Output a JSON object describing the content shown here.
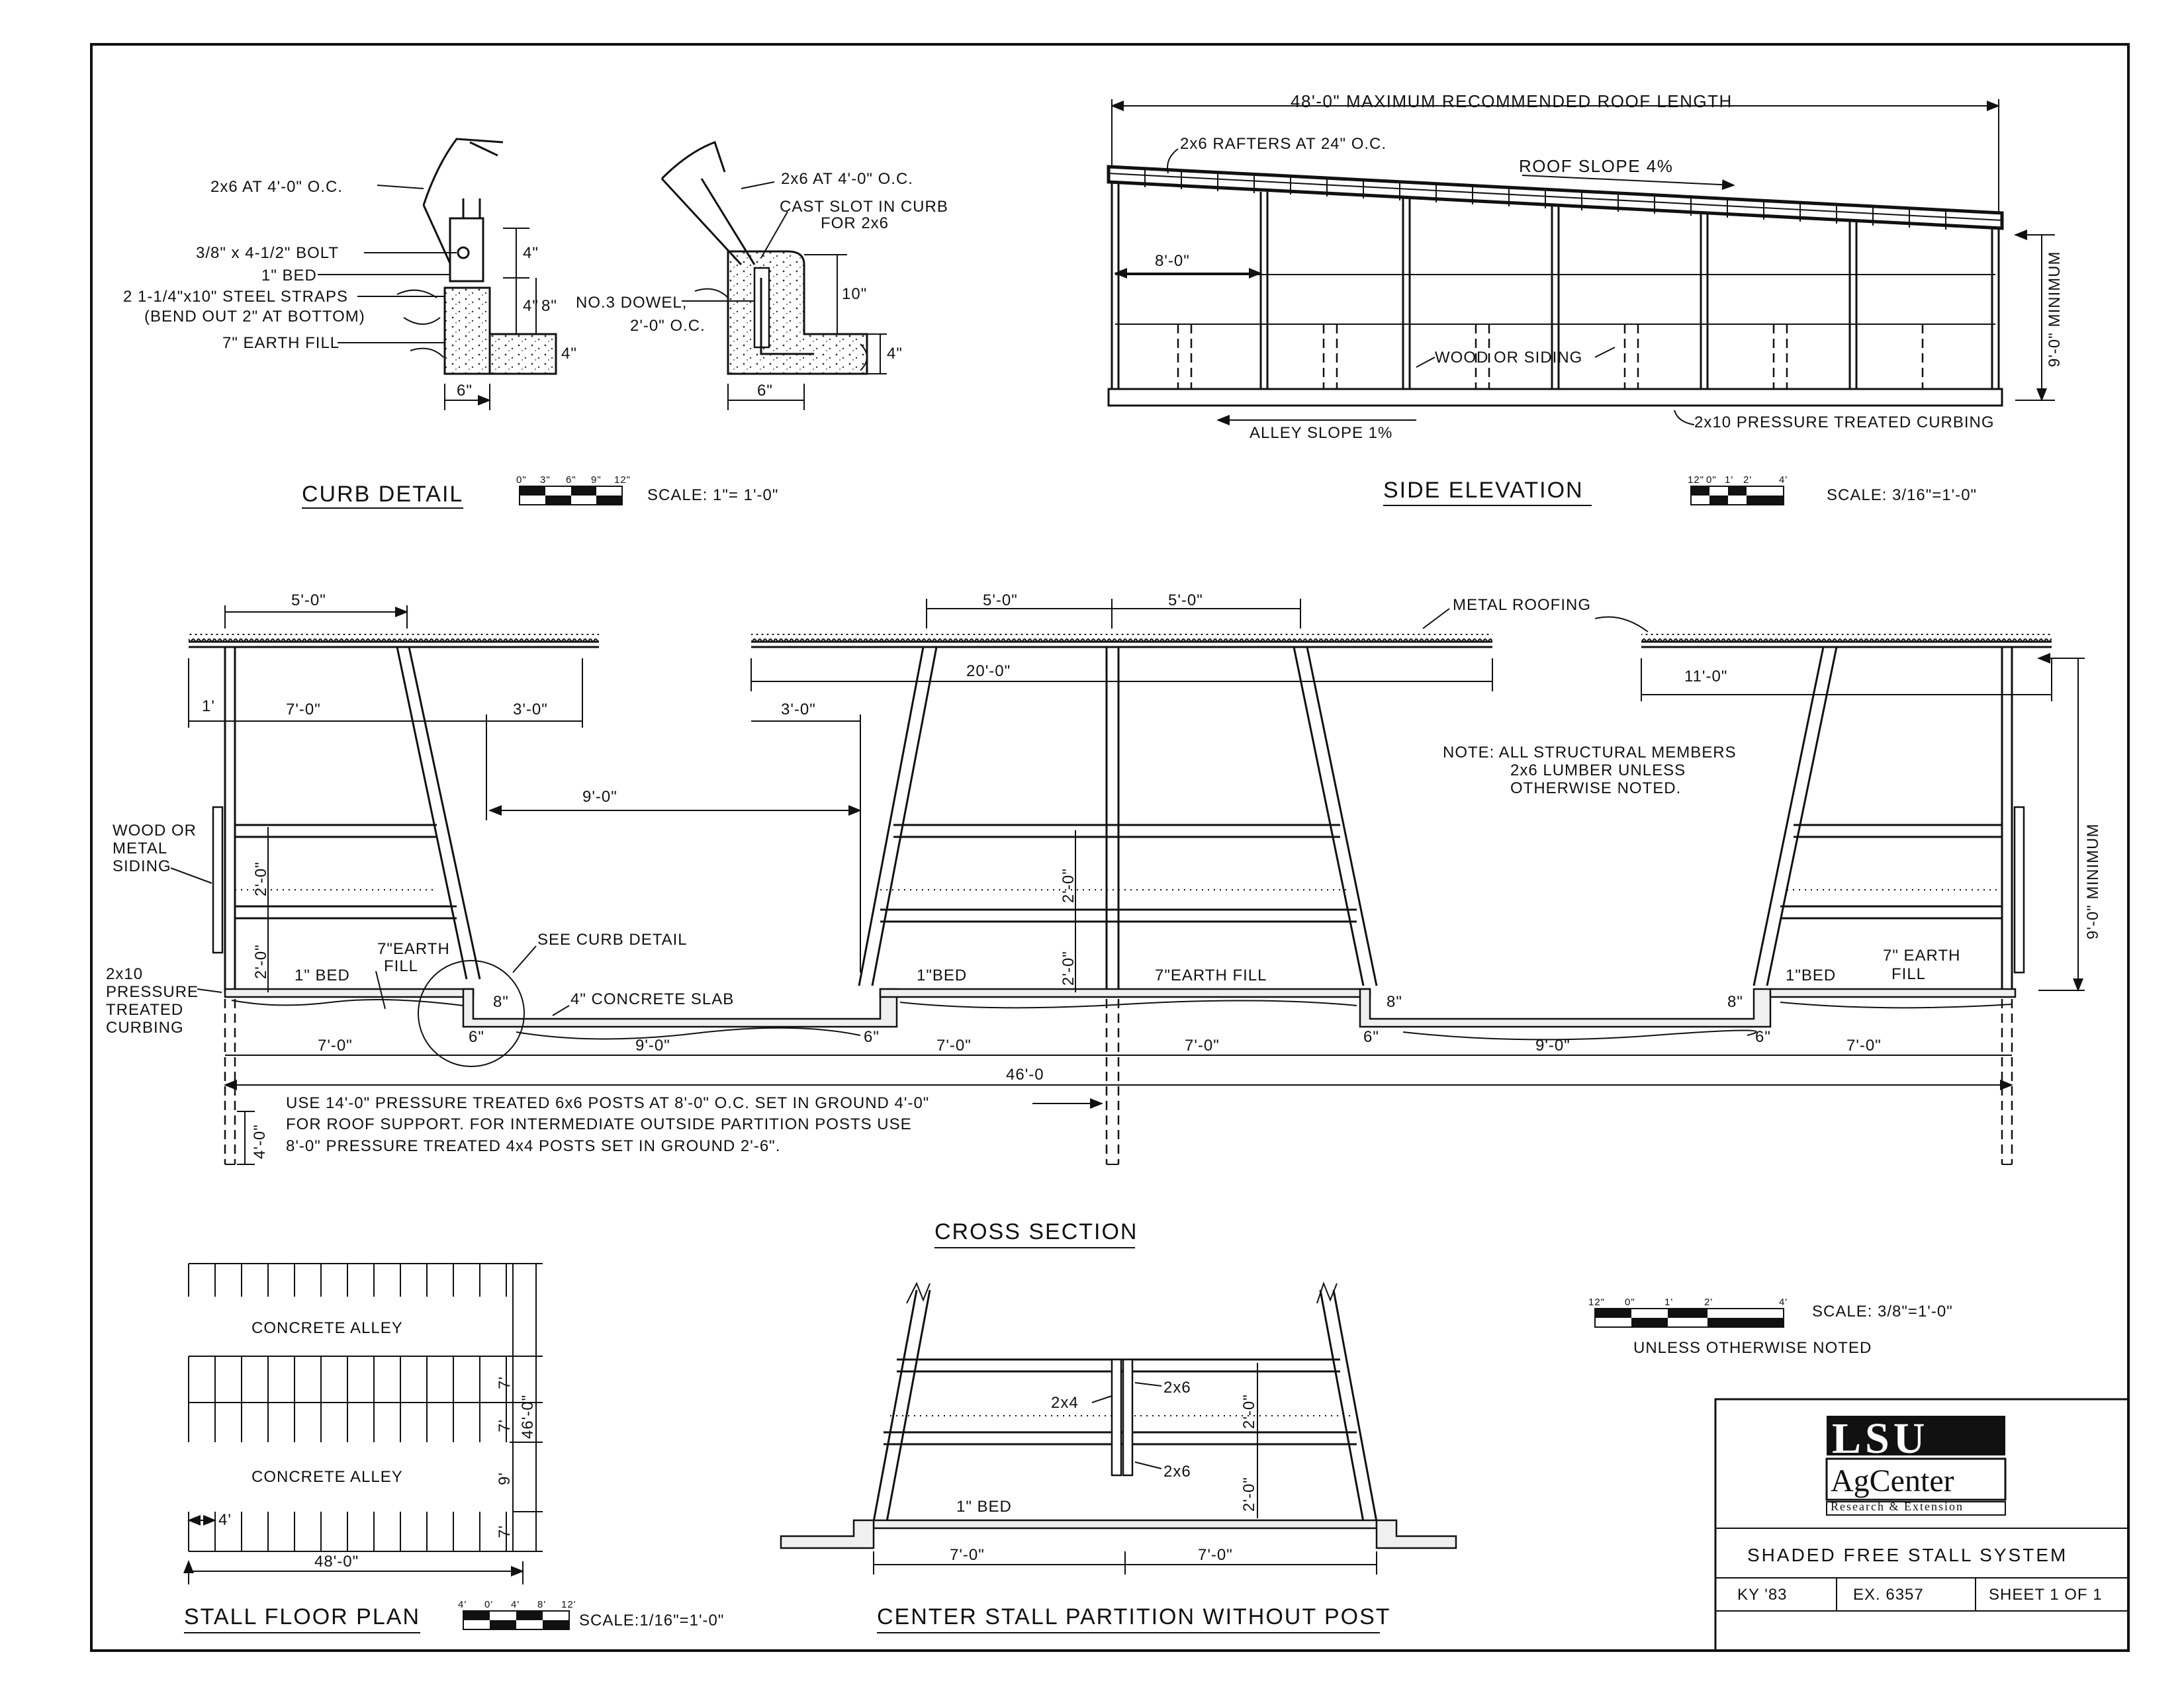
{
  "curb_detail": {
    "title": "CURB DETAIL",
    "scale_ticks": [
      "0\"",
      "3\"",
      "6\"",
      "9\"",
      "12\""
    ],
    "scale": "SCALE: 1\"= 1'-0\"",
    "labels": {
      "rafter": "2x6 AT 4'-0\" O.C.",
      "bolt": "3/8\" x 4-1/2\" BOLT",
      "bed": "1\" BED",
      "straps": "2  1-1/4\"x10\" STEEL STRAPS",
      "straps_note": "(BEND OUT 2\" AT BOTTOM)",
      "fill": "7\" EARTH FILL",
      "rafter2": "2x6 AT 4'-0\" O.C.",
      "slot1": "CAST SLOT IN CURB",
      "slot2": "FOR 2x6",
      "dowel1": "NO.3 DOWEL,",
      "dowel2": "2'-0\" O.C.",
      "d4a": "4\"",
      "d4b": "4\"",
      "d8": "8\"",
      "d4c": "4\"",
      "d6a": "6\"",
      "d10": "10\"",
      "d4d": "4\"",
      "d6b": "6\""
    }
  },
  "side_elevation": {
    "title": "SIDE ELEVATION",
    "scale_ticks": [
      "12\"",
      "0\"",
      "1'",
      "2'",
      "4'"
    ],
    "scale": "SCALE:  3/16\"=1'-0\"",
    "labels": {
      "length": "48'-0\" MAXIMUM RECOMMENDED ROOF LENGTH",
      "rafters": "2x6 RAFTERS AT 24\" O.C.",
      "roof_slope": "ROOF  SLOPE  4%",
      "bay": "8'-0\"",
      "siding": "WOOD  OR  SIDING",
      "height": "9'-0\" MINIMUM",
      "curbing": "2x10 PRESSURE  TREATED  CURBING",
      "alley_slope": "ALLEY  SLOPE  1%"
    }
  },
  "cross_section": {
    "title": "CROSS  SECTION",
    "scale_ticks": [
      "12\"",
      "0\"",
      "1'",
      "2'",
      "4'"
    ],
    "scale": "SCALE:  3/8\"=1'-0\"",
    "scale_note": "UNLESS  OTHERWISE  NOTED",
    "labels": {
      "d5a": "5'-0\"",
      "d5b": "5'-0\"",
      "d5c": "5'-0\"",
      "metal_roofing": "METAL ROOFING",
      "d20": "20'-0\"",
      "d11": "11'-0\"",
      "d1": "1'",
      "d7a": "7'-0\"",
      "d3a": "3'-0\"",
      "d3b": "3'-0\"",
      "d9a": "9'-0\"",
      "note1": "NOTE:  ALL STRUCTURAL MEMBERS",
      "note2": "2x6 LUMBER UNLESS",
      "note3": "OTHERWISE  NOTED.",
      "siding1": "WOOD OR",
      "siding2": "METAL",
      "siding3": "SIDING",
      "curb1": "2x10",
      "curb2": "PRESSURE",
      "curb3": "TREATED",
      "curb4": "CURBING",
      "v2a": "2'-0\"",
      "v2b": "2'-0\"",
      "v2c": "2'-0\"",
      "v2d": "2'-0\"",
      "height": "9'-0\"  MINIMUM",
      "bed1": "1\" BED",
      "fill1a": "7\"EARTH",
      "fill1b": "FILL",
      "see_curb": "SEE CURB DETAIL",
      "slab": "4\" CONCRETE SLAB",
      "bed2": "1\"BED",
      "fill2": "7\"EARTH FILL",
      "bed3": "1\"BED",
      "fill3a": "7\" EARTH",
      "fill3b": "FILL",
      "c8a": "8\"",
      "c8b": "8\"",
      "c8c": "8\"",
      "c6a": "6\"",
      "c6b": "6\"",
      "c6c": "6\"",
      "c6d": "6\"",
      "b7a": "7'-0\"",
      "b9a": "9'-0\"",
      "b7b": "7'-0\"",
      "b7c": "7'-0\"",
      "b9b": "9'-0\"",
      "b7d": "7'-0\"",
      "total": "46'-0",
      "post1": "USE 14'-0\"  PRESSURE TREATED 6x6  POSTS AT 8'-0\" O.C.  SET  IN GROUND  4'-0\"",
      "post2": "FOR ROOF SUPPORT.  FOR INTERMEDIATE  OUTSIDE  PARTITION  POSTS  USE",
      "post3": "8'-0\"   PRESSURE TREATED 4x4  POSTS  SET  IN  GROUND  2'-6\".",
      "embed": "4'-0\""
    }
  },
  "stall_floor_plan": {
    "title": "STALL  FLOOR  PLAN",
    "scale_ticks": [
      "4'",
      "0'",
      "4'",
      "8'",
      "12'"
    ],
    "scale": "SCALE:1/16\"=1'-0\"",
    "labels": {
      "alley1": "CONCRETE  ALLEY",
      "alley2": "CONCRETE  ALLEY",
      "stall_w": "4'",
      "width": "48'-0\"",
      "r7a": "7'",
      "r7b": "7'",
      "r9": "9'",
      "r7c": "7'",
      "depth": "46'-0\""
    }
  },
  "center_partition": {
    "title": "CENTER  STALL  PARTITION  WITHOUT  POST",
    "labels": {
      "x24": "2x4",
      "x26a": "2x6",
      "x26b": "2x6",
      "v2a": "2'-0\"",
      "v2b": "2'-0\"",
      "bed": "1\" BED",
      "d7a": "7'-0\"",
      "d7b": "7'-0\""
    }
  },
  "title_block": {
    "logo_main": "LSU",
    "logo_sub": "AgCenter",
    "logo_tag": "Research & Extension",
    "drawing_title": "SHADED  FREE  STALL  SYSTEM",
    "code": "KY  '83",
    "ex": "EX.  6357",
    "sheet": "SHEET  1  OF 1"
  }
}
